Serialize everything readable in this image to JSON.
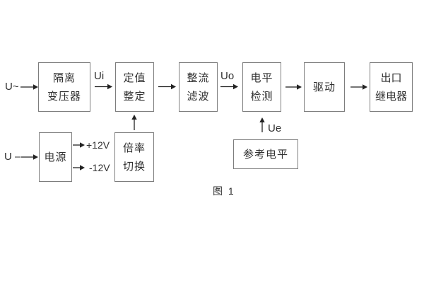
{
  "diagram": {
    "caption": "图 1",
    "blocks": {
      "isolation_transformer": {
        "line1": "隔离",
        "line2": "变压器"
      },
      "setting_adjust": {
        "line1": "定值",
        "line2": "整定"
      },
      "rectifier_filter": {
        "line1": "整流",
        "line2": "滤波"
      },
      "level_detection": {
        "line1": "电平",
        "line2": "检测"
      },
      "driver": {
        "line1": "驱动"
      },
      "output_relay": {
        "line1": "出口",
        "line2": "继电器"
      },
      "power_supply": {
        "line1": "电源"
      },
      "ratio_switch": {
        "line1": "倍率",
        "line2": "切换"
      },
      "reference_level": {
        "line1": "参考电平"
      }
    },
    "labels": {
      "input_ac": "U~",
      "input_dc": "U –",
      "ui": "Ui",
      "uo": "Uo",
      "ue": "Ue",
      "plus12v": "+12V",
      "minus12v": "-12V"
    },
    "colors": {
      "background": "#ffffff",
      "box_border": "#7d7d7d",
      "text": "#2f2f2f",
      "arrow": "#222222"
    }
  }
}
